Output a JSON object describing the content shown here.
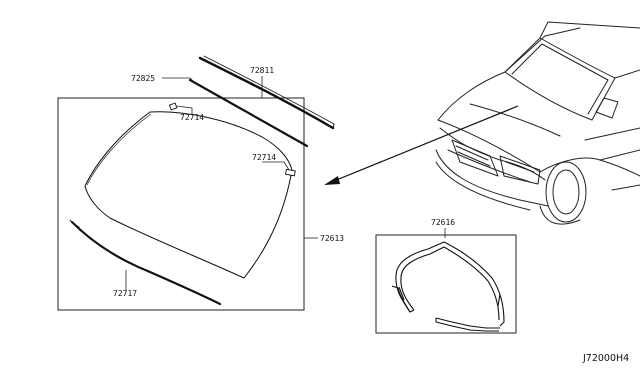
{
  "diagram": {
    "part_labels": {
      "roof_molding": "72811",
      "molding_upper": "72825",
      "clip_upper": "72714",
      "clip_right": "72714",
      "windshield_glass": "72613",
      "side_molding": "72717",
      "weatherstrip": "72616"
    },
    "diagram_code": "J72000H4"
  }
}
